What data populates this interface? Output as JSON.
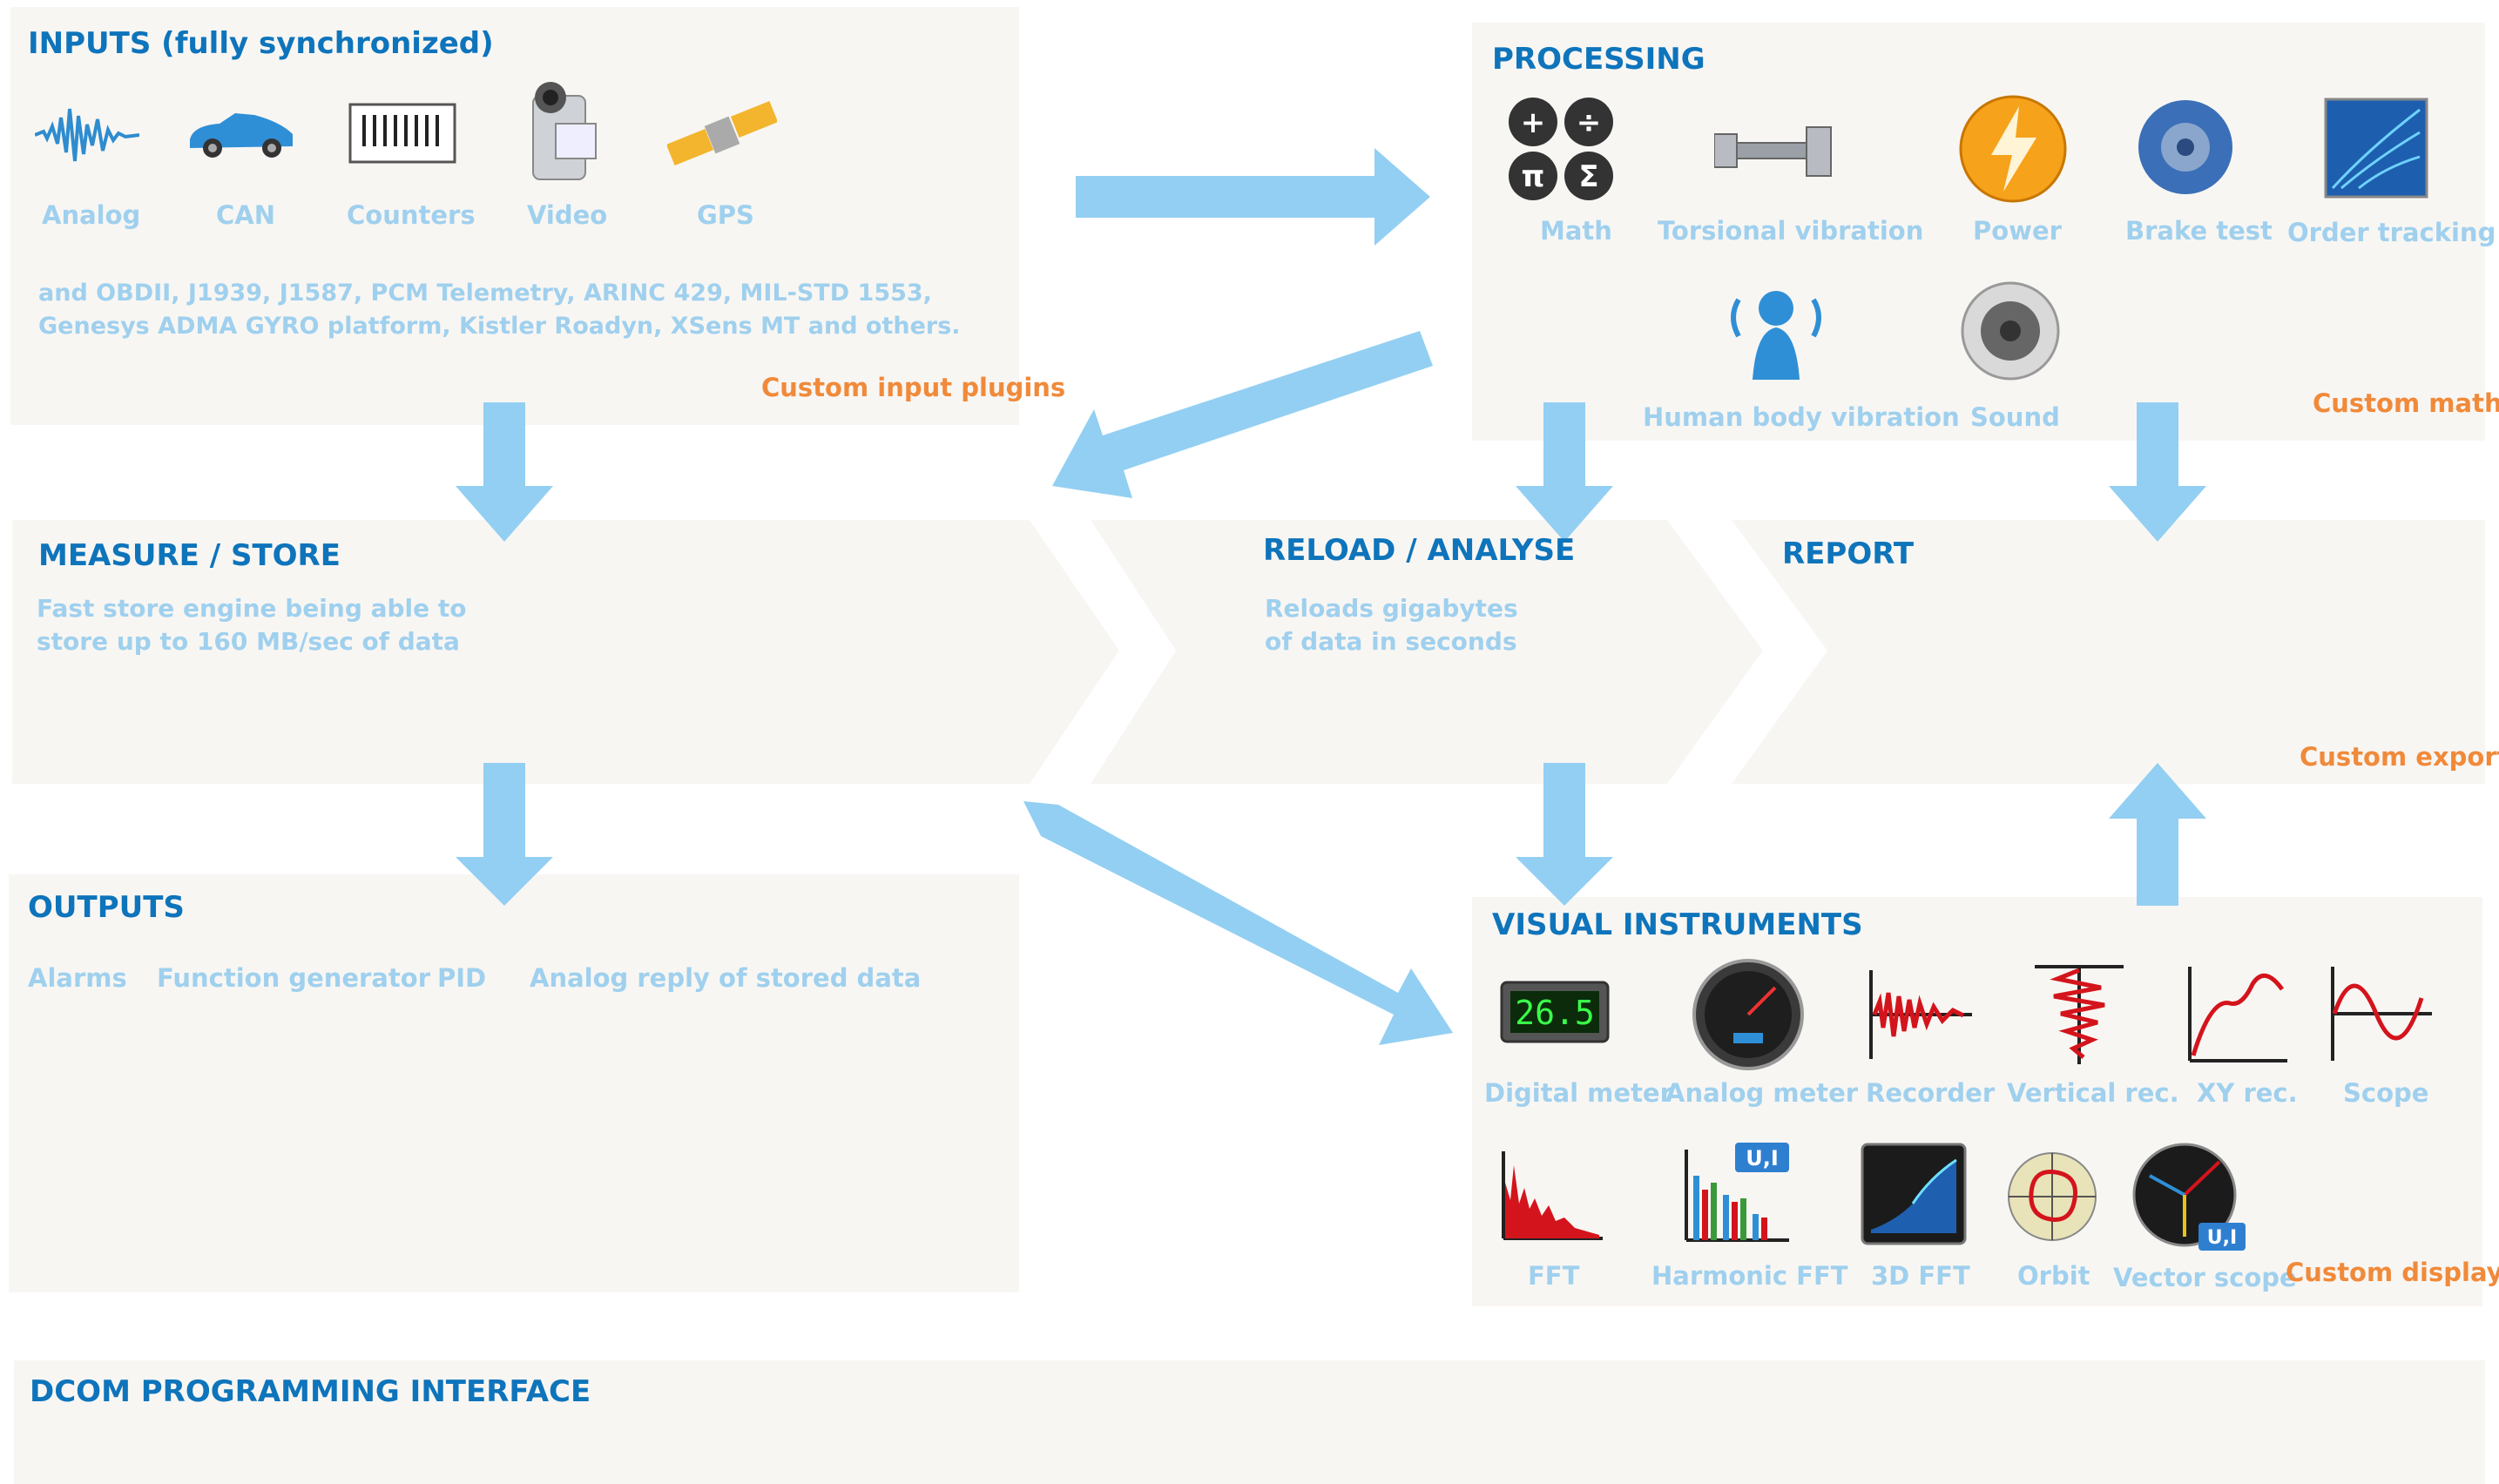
{
  "inputs": {
    "title": "INPUTS (fully synchronized)",
    "items": [
      {
        "label": "Analog",
        "icon": "waveform-icon"
      },
      {
        "label": "CAN",
        "icon": "car-icon"
      },
      {
        "label": "Counters",
        "icon": "counter-icon"
      },
      {
        "label": "Video",
        "icon": "video-camera-icon"
      },
      {
        "label": "GPS",
        "icon": "satellite-icon"
      }
    ],
    "desc_line1": "and OBDII, J1939, J1587, PCM Telemetry, ARINC 429, MIL-STD 1553,",
    "desc_line2": "Genesys ADMA GYRO platform, Kistler Roadyn, XSens MT and others.",
    "custom": "Custom input plugins"
  },
  "processing": {
    "title": "PROCESSING",
    "items": [
      {
        "label": "Math",
        "icon": "math-icon"
      },
      {
        "label": "Torsional vibration",
        "icon": "shaft-icon"
      },
      {
        "label": "Power",
        "icon": "power-icon"
      },
      {
        "label": "Brake test",
        "icon": "brake-icon"
      },
      {
        "label": "Order tracking",
        "icon": "order-tracking-icon"
      },
      {
        "label": "Human body vibration",
        "icon": "human-vibration-icon"
      },
      {
        "label": "Sound",
        "icon": "speaker-icon"
      }
    ],
    "custom": "Custom math"
  },
  "measure": {
    "title": "MEASURE / STORE",
    "desc_line1": "Fast store engine being able to",
    "desc_line2": "store up to 160 MB/sec of data"
  },
  "reload": {
    "title": "RELOAD / ANALYSE",
    "desc_line1": "Reloads gigabytes",
    "desc_line2": "of data in seconds"
  },
  "report": {
    "title": "REPORT",
    "custom": "Custom exports"
  },
  "outputs": {
    "title": "OUTPUTS",
    "items": [
      "Alarms",
      "Function generator",
      "PID",
      "Analog reply of stored data"
    ]
  },
  "visual": {
    "title": "VISUAL INSTRUMENTS",
    "items": [
      {
        "label": "Digital meter",
        "icon": "digital-meter-icon",
        "display": "26.5"
      },
      {
        "label": "Analog meter",
        "icon": "analog-meter-icon"
      },
      {
        "label": "Recorder",
        "icon": "recorder-icon"
      },
      {
        "label": "Vertical rec.",
        "icon": "vertical-recorder-icon"
      },
      {
        "label": "XY rec.",
        "icon": "xy-recorder-icon"
      },
      {
        "label": "Scope",
        "icon": "scope-icon"
      },
      {
        "label": "FFT",
        "icon": "fft-icon"
      },
      {
        "label": "Harmonic FFT",
        "icon": "harmonic-fft-icon",
        "badge": "U,I"
      },
      {
        "label": "3D FFT",
        "icon": "fft-3d-icon"
      },
      {
        "label": "Orbit",
        "icon": "orbit-icon"
      },
      {
        "label": "Vector scope",
        "icon": "vector-scope-icon",
        "badge": "U,I"
      }
    ],
    "custom": "Custom displays"
  },
  "dcom": {
    "title": "DCOM PROGRAMMING INTERFACE"
  },
  "colors": {
    "title": "#0e74bb",
    "label": "#9fd0ee",
    "custom": "#f08a3a",
    "panel": "#f8f6f3",
    "arrow": "#93cff2"
  }
}
